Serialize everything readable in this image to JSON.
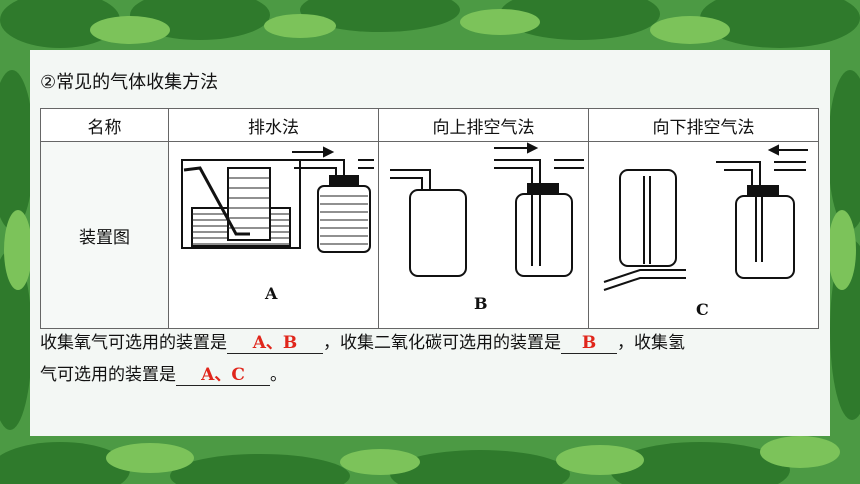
{
  "heading": "②常见的气体收集方法",
  "table": {
    "headers": [
      "名称",
      "排水法",
      "向上排空气法",
      "向下排空气法"
    ],
    "row_label": "装置图",
    "figure_labels": [
      "A",
      "B",
      "C"
    ]
  },
  "question": {
    "line1_part1": "收集氧气可选用的装置是",
    "answer1": "A、B",
    "line1_part2": "，收集二氧化碳可选用的装置是",
    "answer2": "B",
    "line1_part3": "，收集氢",
    "line2_part1": "气可选用的装置是",
    "answer3": "A、C",
    "line2_part2": "。"
  },
  "colors": {
    "answer": "#e0261b",
    "leaf_dark": "#2f7a2c",
    "leaf_light": "#6dbb4e",
    "panel": "#f3f7f4"
  }
}
